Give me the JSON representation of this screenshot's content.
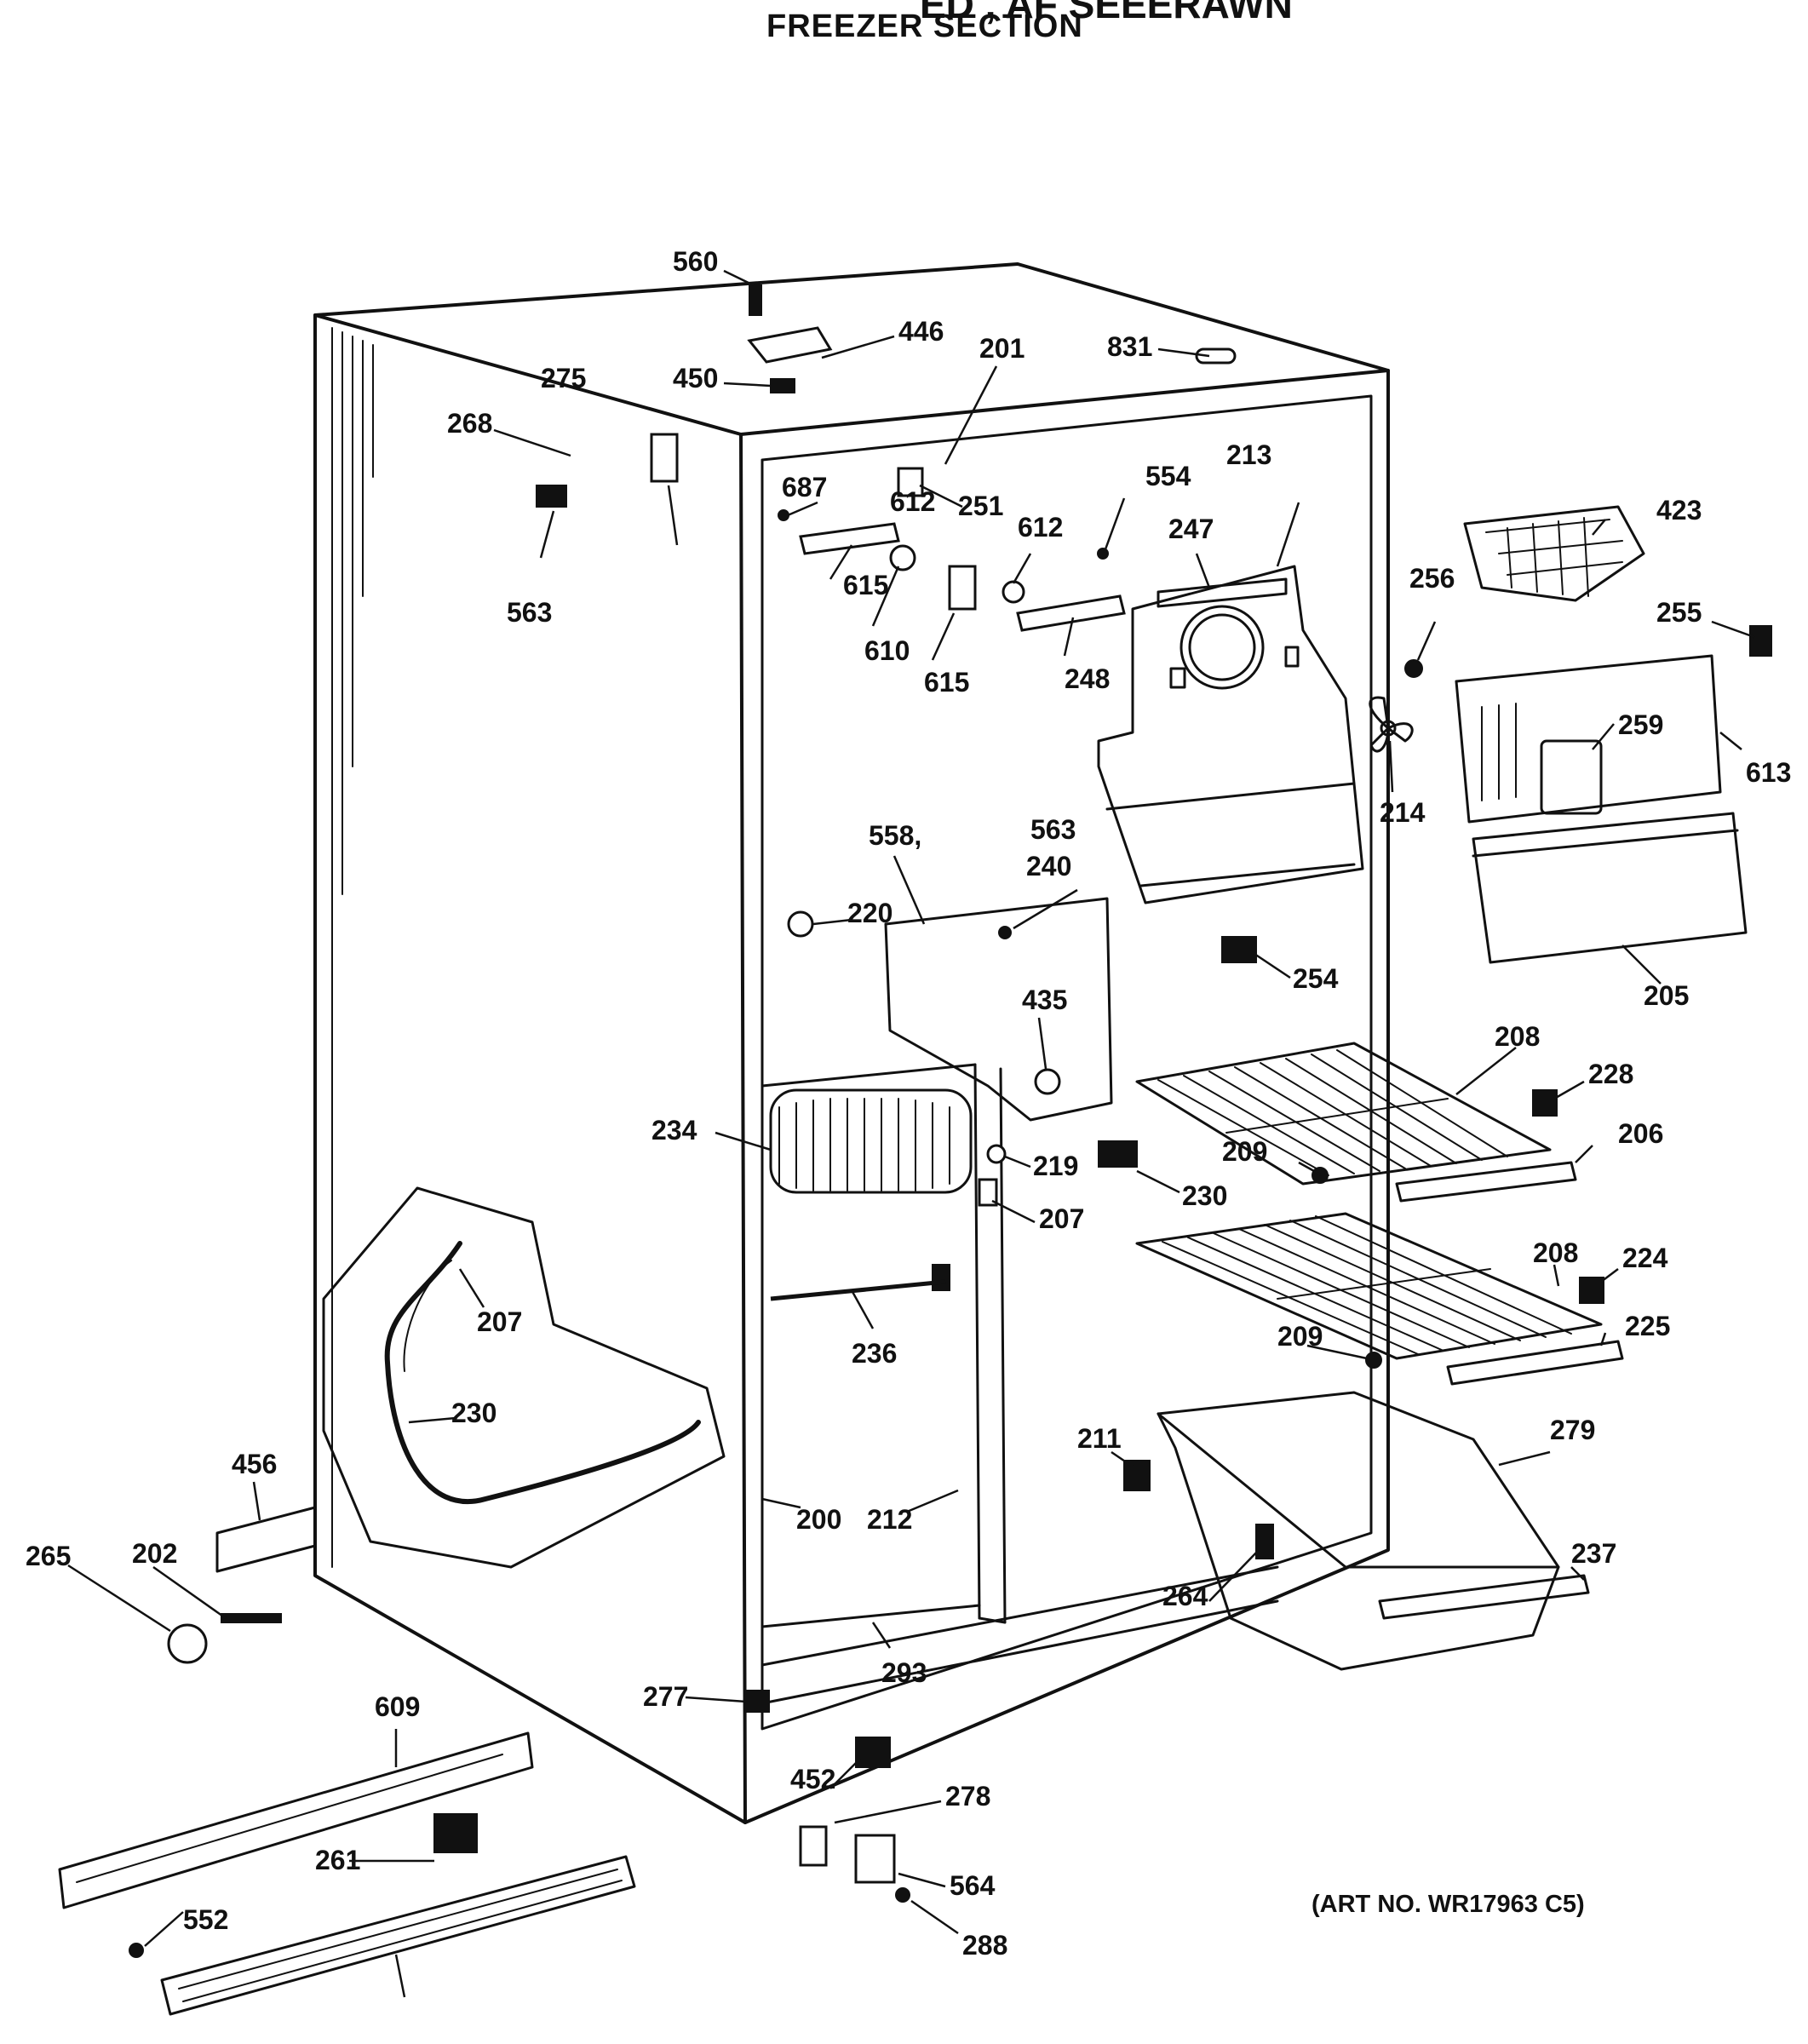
{
  "header": {
    "cut_title": "ED , AF SEEERAWN",
    "section_title": "FREEZER SECTION"
  },
  "footer": {
    "art_no": "(ART NO. WR17963 C5)"
  },
  "colors": {
    "ink": "#111111",
    "paper": "#ffffff"
  },
  "callouts": [
    "560",
    "446",
    "450",
    "201",
    "831",
    "268",
    "275",
    "563",
    "687",
    "251",
    "612",
    "615",
    "610",
    "615",
    "612",
    "554",
    "248",
    "247",
    "213",
    "423",
    "256",
    "255",
    "259",
    "613",
    "214",
    "558,",
    "563",
    "240",
    "220",
    "435",
    "254",
    "205",
    "208",
    "228",
    "234",
    "219",
    "230",
    "207",
    "209",
    "206",
    "208",
    "224",
    "207",
    "209",
    "225",
    "230",
    "236",
    "211",
    "279",
    "456",
    "200",
    "212",
    "237",
    "264",
    "265",
    "202",
    "293",
    "277",
    "609",
    "452",
    "278",
    "261",
    "564",
    "552",
    "288"
  ]
}
